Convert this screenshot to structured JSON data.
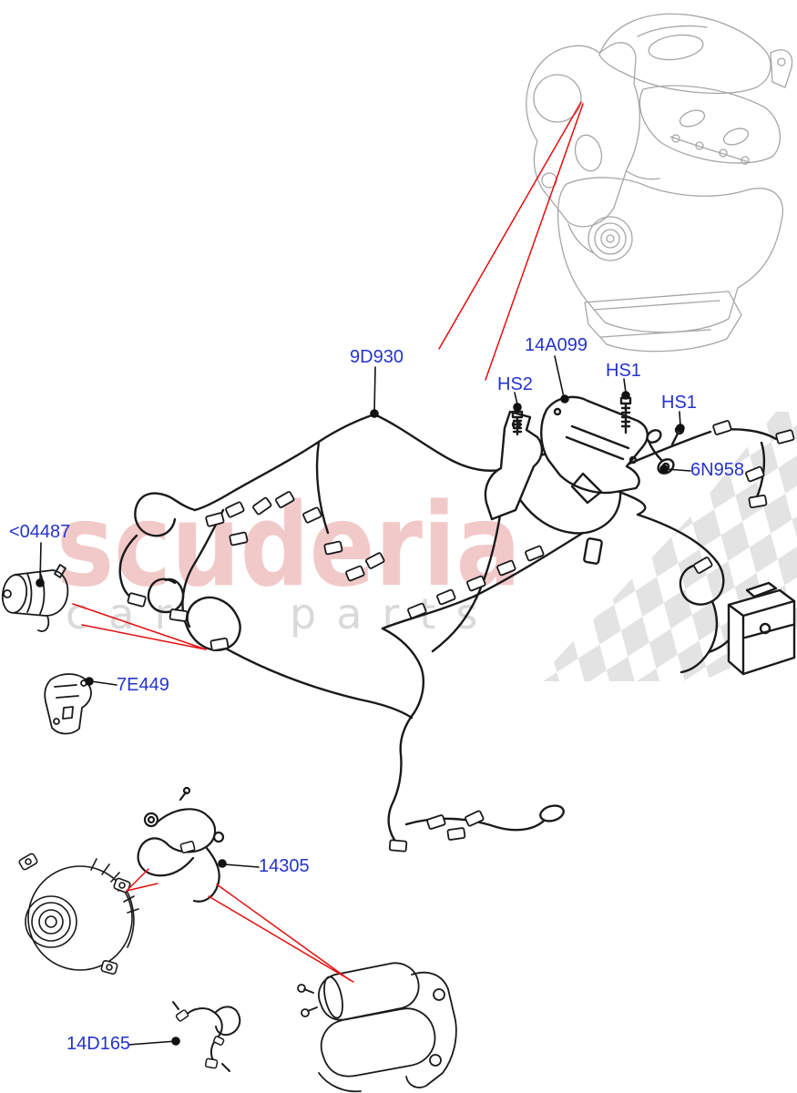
{
  "watermark": {
    "brand": "scuderia",
    "tagline_word1": "car",
    "tagline_word2": "parts"
  },
  "colors": {
    "label_blue": "#2433cc",
    "leader_red": "#e60e0e",
    "line_black": "#1a1a1a",
    "engine_gray": "#a6a6a6",
    "watermark_pink": "#f2c9c9",
    "watermark_gray": "#d9d9d9",
    "checker_gray": "#cccccc"
  },
  "callouts": [
    {
      "text": "9D930"
    },
    {
      "text": "14A099"
    },
    {
      "text": "HS2"
    },
    {
      "text": "HS1"
    },
    {
      "text": "HS1"
    },
    {
      "text": "6N958"
    },
    {
      "text": "<04487"
    },
    {
      "text": "7E449"
    },
    {
      "text": "14305"
    },
    {
      "text": "14D165"
    }
  ]
}
